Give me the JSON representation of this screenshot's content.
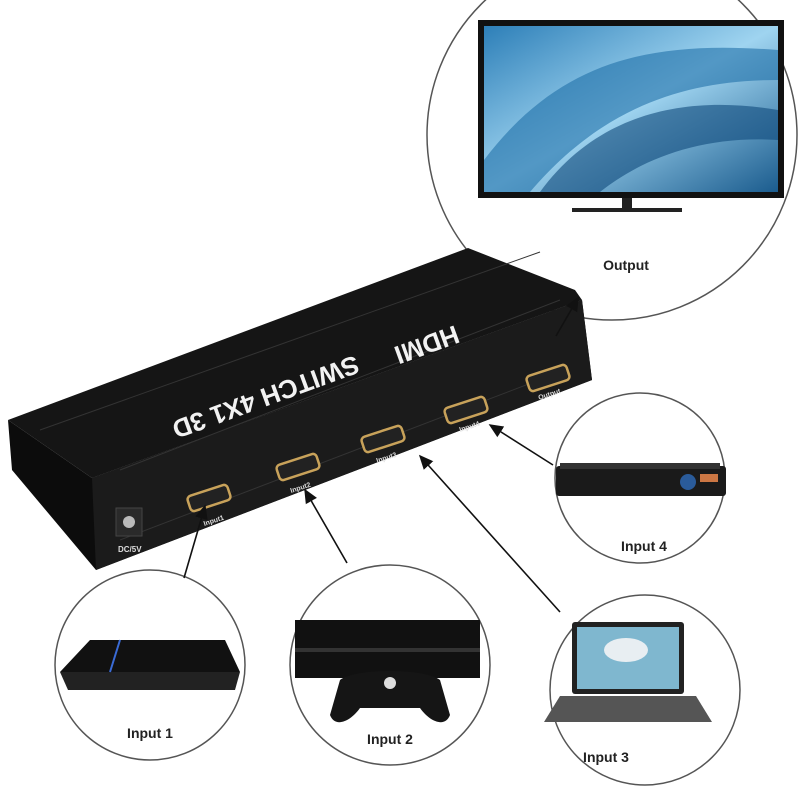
{
  "device": {
    "brand": "HDMI",
    "model": "SWITCH 4X1 3D",
    "ports": [
      "Input1",
      "Input2",
      "Input3",
      "Input4",
      "Output"
    ],
    "power_label": "DC/5V"
  },
  "connections": {
    "output": "Output",
    "input1": "Input 1",
    "input2": "Input 2",
    "input3": "Input 3",
    "input4": "Input 4"
  },
  "colors": {
    "device": "#111111",
    "port": "#c8a25a",
    "circle_border": "#555555"
  }
}
